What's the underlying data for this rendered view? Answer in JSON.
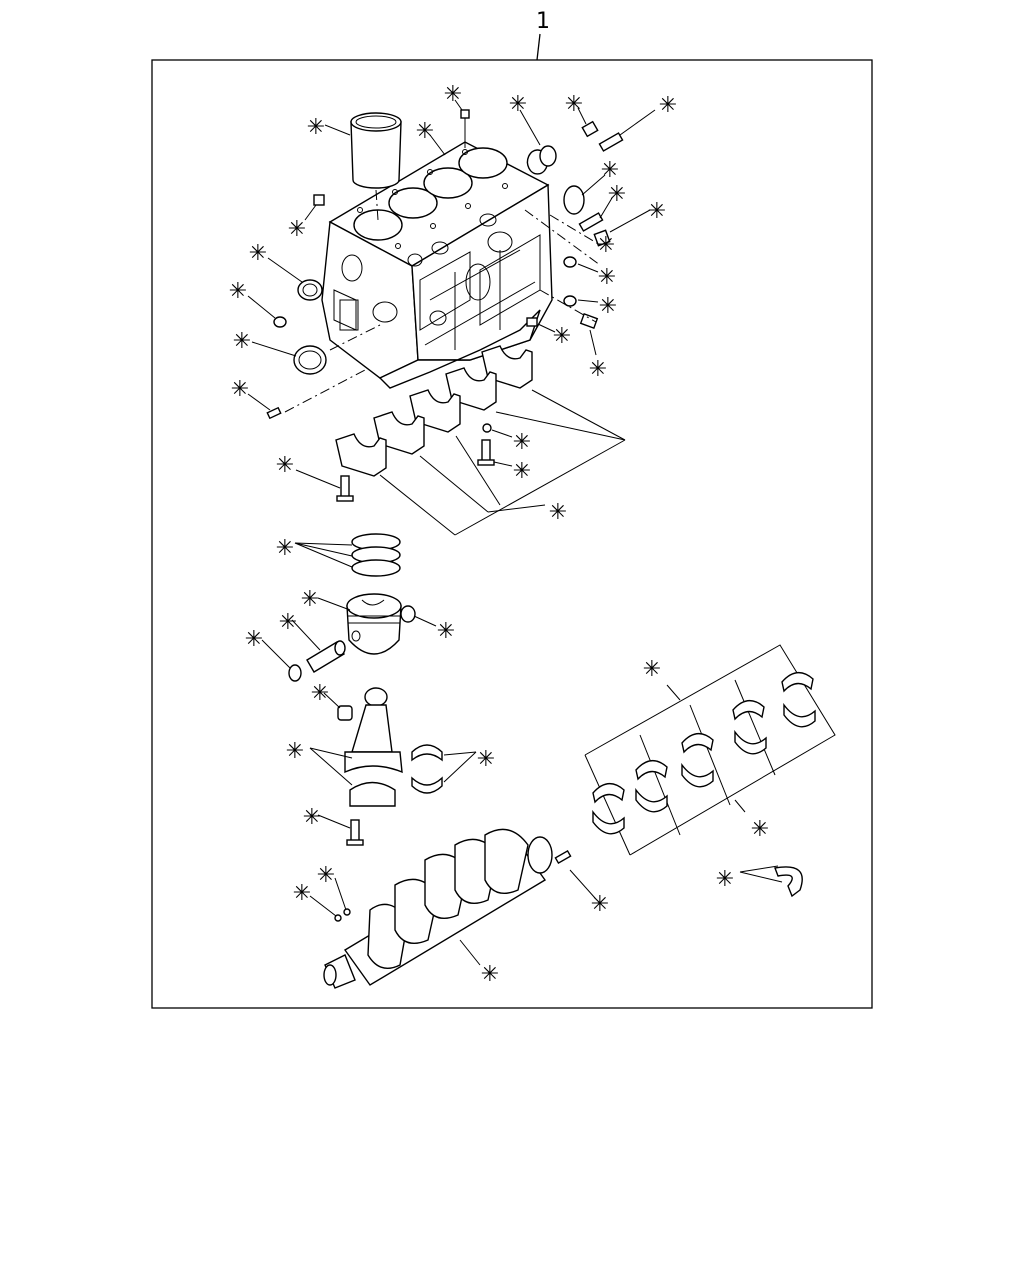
{
  "assembly_number": "1",
  "callout_marker": "✳",
  "callouts": [
    {
      "part": "cylinder-liner"
    },
    {
      "part": "cylinder-block"
    },
    {
      "part": "block-plug-top"
    },
    {
      "part": "expansion-plug-top"
    },
    {
      "part": "top-plug"
    },
    {
      "part": "dowel-pin-top"
    },
    {
      "part": "expansion-plug-side"
    },
    {
      "part": "dowel-pin-side"
    },
    {
      "part": "drain-plug-side"
    },
    {
      "part": "left-plug"
    },
    {
      "part": "rear-oil-seal"
    },
    {
      "part": "left-plug-lower"
    },
    {
      "part": "front-oil-seal"
    },
    {
      "part": "dowel-pin-left"
    },
    {
      "part": "right-plug-1"
    },
    {
      "part": "right-plug-2"
    },
    {
      "part": "right-plug-3"
    },
    {
      "part": "right-plug-4"
    },
    {
      "part": "right-bolt"
    },
    {
      "part": "main-bearing-caps"
    },
    {
      "part": "cap-washer"
    },
    {
      "part": "cap-bolt"
    },
    {
      "part": "cap-bolt-front"
    },
    {
      "part": "piston-rings"
    },
    {
      "part": "piston"
    },
    {
      "part": "snap-ring-right"
    },
    {
      "part": "piston-pin"
    },
    {
      "part": "snap-ring-left"
    },
    {
      "part": "pin-bushing"
    },
    {
      "part": "connecting-rod"
    },
    {
      "part": "conrod-bearings"
    },
    {
      "part": "conrod-bolt"
    },
    {
      "part": "main-bearings-upper"
    },
    {
      "part": "main-bearings-lower"
    },
    {
      "part": "crankshaft"
    },
    {
      "part": "crank-key"
    },
    {
      "part": "crank-plug-1"
    },
    {
      "part": "crank-plug-2"
    },
    {
      "part": "thrust-washers"
    }
  ]
}
